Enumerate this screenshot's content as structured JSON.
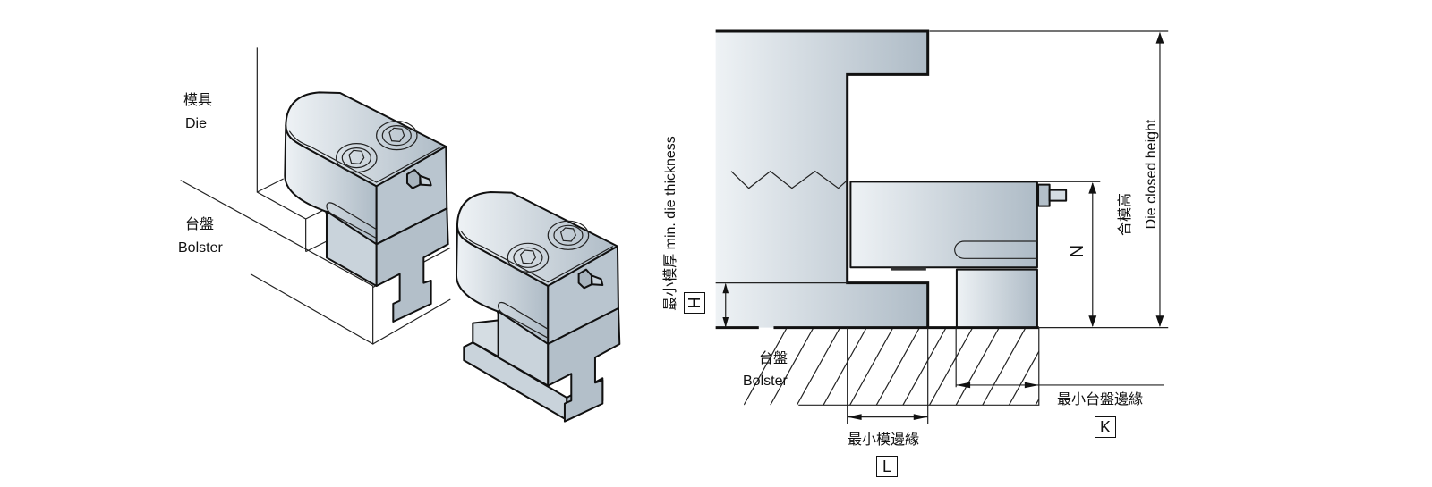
{
  "colors": {
    "metal_light": "#eef2f5",
    "metal_dark": "#aebbc6",
    "line": "#111111"
  },
  "left_figure": {
    "die_label_zh": "模具",
    "die_label_en": "Die",
    "bolster_label_zh": "台盤",
    "bolster_label_en": "Bolster"
  },
  "right_figure": {
    "min_die_thickness": "最小模厚  min. die thickness",
    "dim_H": "H",
    "closed_height_zh": "合模高",
    "closed_height_en": "Die closed height",
    "dim_N": "N",
    "bolster_zh": "台盤",
    "bolster_en": "Bolster",
    "min_bolster_edge": "最小台盤邊緣",
    "dim_K": "K",
    "min_die_edge": "最小模邊緣",
    "dim_L": "L"
  }
}
